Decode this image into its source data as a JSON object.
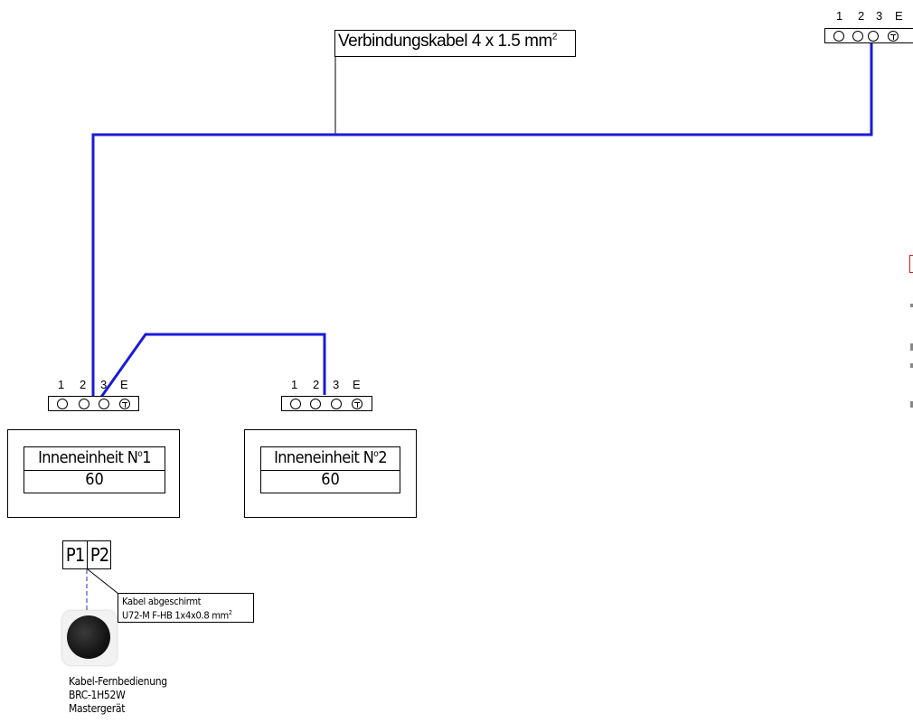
{
  "cable_label": {
    "text": "Verbindungskabel 4 x 1.5 mm",
    "sup": "2"
  },
  "outdoor_terminal": {
    "labels": [
      "1",
      "2",
      "3",
      "E"
    ]
  },
  "indoor_units": [
    {
      "terminal_labels": [
        "1",
        "2",
        "3",
        "E"
      ],
      "name": "Inneneinheit N",
      "ordinal": "o",
      "number": "1",
      "capacity": "60"
    },
    {
      "terminal_labels": [
        "1",
        "2",
        "3",
        "E"
      ],
      "name": "Inneneinheit N",
      "ordinal": "o",
      "number": "2",
      "capacity": "60"
    }
  ],
  "remote_terminal": {
    "p1": "P1",
    "p2": "P2"
  },
  "shielded_cable": {
    "line1": "Kabel abgeschirmt",
    "line2": "U72-M F-HB 1x4x0.8 mm",
    "sup": "2"
  },
  "remote_controller": {
    "line1": "Kabel-Fernbedienung",
    "line2": "BRC-1H52W",
    "line3": "Mastergerät"
  },
  "colors": {
    "wire": "#1a1adb",
    "line": "#000000",
    "remote_dash": "#2a2ad0",
    "offscreen_red": "#d81c1c"
  }
}
